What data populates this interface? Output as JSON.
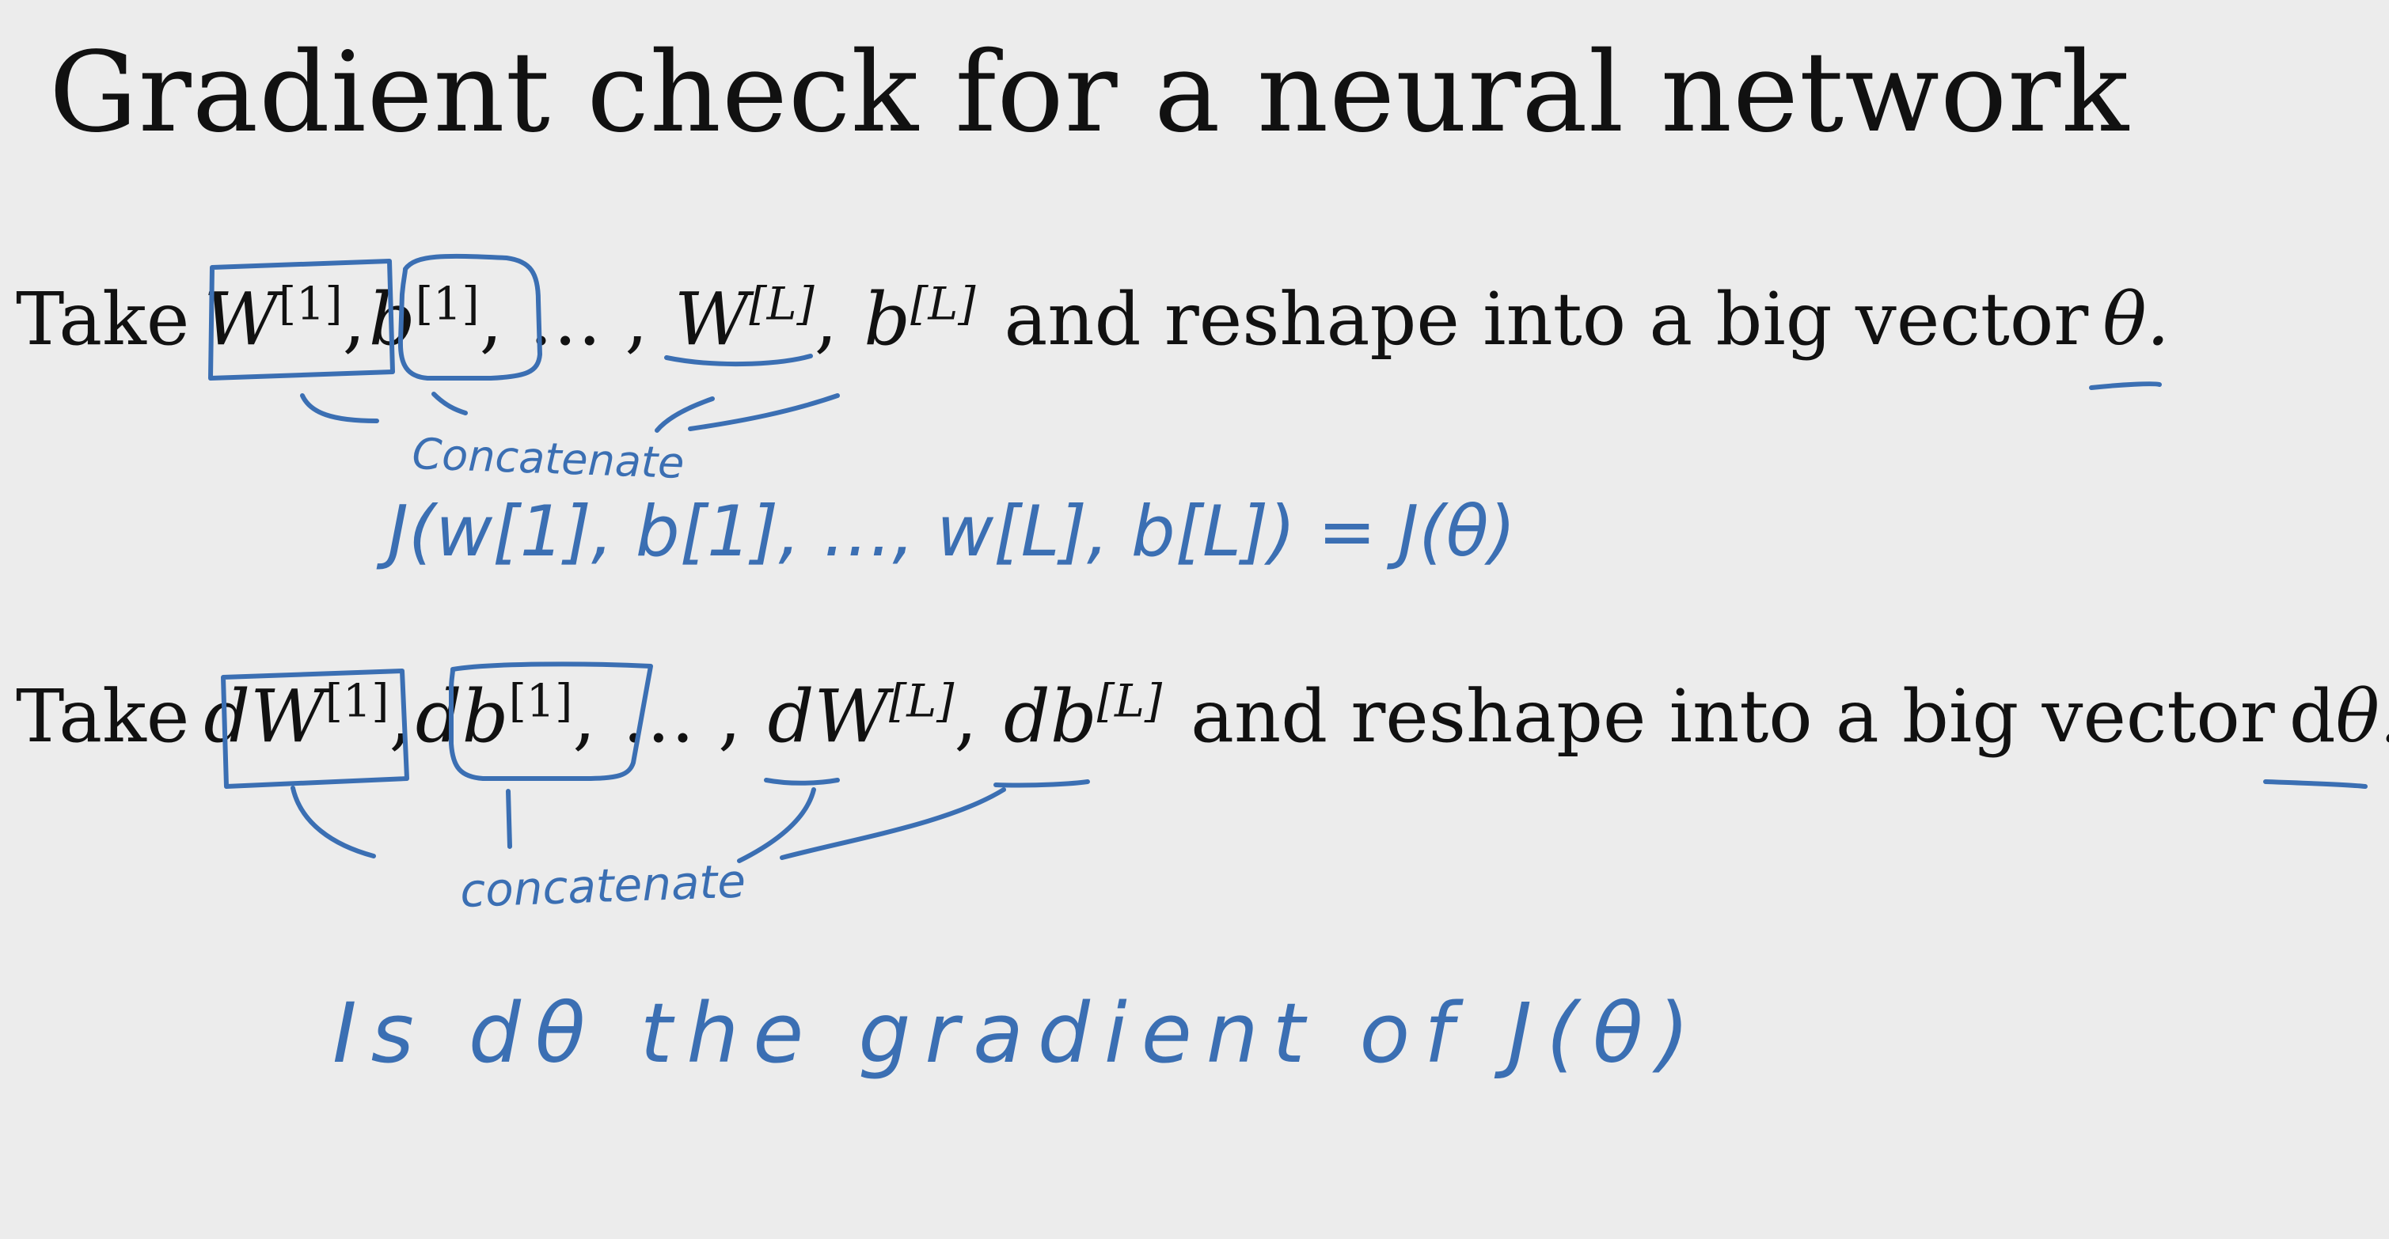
{
  "slide": {
    "title": "Gradient check for a neural network"
  },
  "line1": {
    "take": "Take",
    "w1_base": "W",
    "w1_sup": "[1]",
    "b1_base": "b",
    "b1_sup": "[1]",
    "ellipsis": "…",
    "wL_base": "W",
    "wL_sup": "[L]",
    "bL_base": "b",
    "bL_sup": "[L]",
    "rest": "and reshape into a big vector",
    "theta": "θ."
  },
  "line2": {
    "take": "Take",
    "dw1_base": "dW",
    "dw1_sup": "[1]",
    "db1_base": "db",
    "db1_sup": "[1]",
    "ellipsis": "…",
    "dwL_base": "dW",
    "dwL_sup": "[L]",
    "dbL_base": "db",
    "dbL_sup": "[L]",
    "rest": "and reshape into a big vector",
    "dtheta_d": "d",
    "dtheta_theta": "θ."
  },
  "handwriting": {
    "concatenate_1": "Concatenate",
    "cost_equation": "J(w[1], b[1], …, w[L], b[L]) = J(θ)",
    "concatenate_2": "concatenate",
    "question": "Is dθ the gradient of J(θ)"
  },
  "colors": {
    "background": "#ececec",
    "text": "#111111",
    "ink": "#3b6fb3"
  }
}
